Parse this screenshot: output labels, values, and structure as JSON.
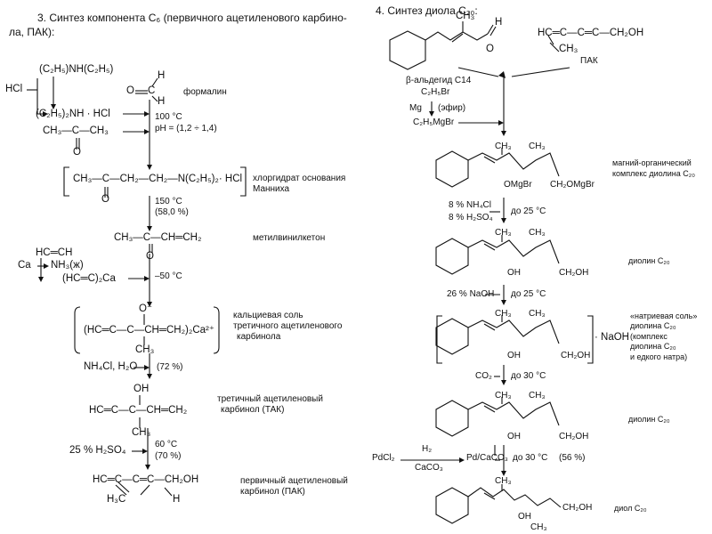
{
  "left": {
    "heading_line1": "3. Синтез компонента C₆ (первичного ацетиленового карбино-",
    "heading_line2": "ла, ПАК):",
    "dea": "(C₂H₅)NH(C₂H₅)",
    "hcl": "HCl",
    "dea_hcl": "(C₂H₅)₂NH · HCl",
    "formaldehyde_o": "O",
    "formaldehyde_c": "C",
    "formaldehyde_h": "H",
    "formaldehyde_h2": "H",
    "formalin": "формалин",
    "acetone": "CH₃—C—CH₃",
    "cond1_temp": "100 °C",
    "cond1_ph": "pH = (1,2 ÷ 1,4)",
    "mannich_base": "CH₃—C—CH₂—CH₂—N(C₂H₅)₂· HCl",
    "mannich_name_1": "хлоргидрат основания",
    "mannich_name_2": "Манниха",
    "cond2_temp": "150 °C",
    "cond2_yield": "(58,0 %)",
    "mvk": "CH₃—C—CH═CH₂",
    "mvk_name": "метилвинилкетон",
    "acetylene": "HC═CH",
    "ca": "Ca",
    "nh3": "NH₃(ж)",
    "ca_acetylide": "(HC═C)₂Ca",
    "cond3_temp": "–50 °C",
    "salt_o": "O⁻",
    "salt": "(HC═C—C—CH═CH₂)₂Ca²⁺",
    "salt_ch3": "CH₃",
    "salt_name_1": "кальциевая соль",
    "salt_name_2": "третичного ацетиленового",
    "salt_name_3": "карбинола",
    "cond4_reagent": "NH₄Cl, H₂O",
    "cond4_yield": "(72 %)",
    "tak_oh": "OH",
    "tak": "HC═C—C—CH═CH₂",
    "tak_ch3": "CH₃",
    "tak_name_1": "третичный ацетиленовый",
    "tak_name_2": "карбинол (ТАК)",
    "cond5_reagent": "25 % H₂SO₄",
    "cond5_temp": "60 °C",
    "cond5_yield": "(70 %)",
    "pak": "HC═C—C═C—CH₂OH",
    "pak_h3c": "H₃C",
    "pak_h": "H",
    "pak_name_1": "первичный ацетиленовый",
    "pak_name_2": "карбинол (ПАК)"
  },
  "right": {
    "heading": "4. Синтез диола C₂₀:",
    "ald_ch3": "CH₃",
    "ald_h": "H",
    "ald_o": "O",
    "pak_formula": "HC═C—C═C—CH₂OH",
    "pak_ch3": "CH₃",
    "pak_label": "ПАК",
    "beta_ald": "β-альдегид C14",
    "etbr": "C₂H₅Br",
    "mg": "Mg",
    "ether": "(эфир)",
    "grignard": "C₂H₅MgBr",
    "complex_ch3_1": "CH₃",
    "complex_ch3_2": "CH₃",
    "complex_omgbr": "OMgBr",
    "complex_ch2omgbr": "CH₂OMgBr",
    "complex_name_1": "магний-органический",
    "complex_name_2": "комплекс диолина C₂₀",
    "step1_reagent_1": "8 % NH₄Cl",
    "step1_reagent_2": "8 % H₂SO₄",
    "step1_temp": "до 25 °C",
    "diolin_ch3_1": "CH₃",
    "diolin_ch3_2": "CH₃",
    "diolin_oh": "OH",
    "diolin_ch2oh": "CH₂OH",
    "diolin_name": "диолин C₂₀",
    "step2_reagent": "26 % NaOH",
    "step2_temp": "до 25 °C",
    "sodium_ch3_1": "CH₃",
    "sodium_ch3_2": "CH₃",
    "sodium_oh": "OH",
    "sodium_ch2oh": "CH₂OH",
    "sodium_naoh": "· NaOH",
    "sodium_name_1": "«натриевая соль»",
    "sodium_name_2": "диолина C₂₀",
    "sodium_name_3": "(комплекс",
    "sodium_name_4": "диолина C₂₀",
    "sodium_name_5": "и едкого натра)",
    "step3_reagent": "CO₂",
    "step3_temp": "до 30 °C",
    "diolin2_ch3_1": "CH₃",
    "diolin2_ch3_2": "CH₃",
    "diolin2_oh": "OH",
    "diolin2_ch2oh": "CH₂OH",
    "diolin2_name": "диолин C₂₀",
    "pdcl2": "PdCl₂",
    "h2": "H₂",
    "caco3": "CaCO₃",
    "catalyst": "Pd/CaCO₃",
    "step4_temp": "до 30 °C",
    "step4_yield": "(56 %)",
    "diol_ch3_1": "CH₃",
    "diol_ch3_2": "CH₃",
    "diol_oh": "OH",
    "diol_ch2oh": "CH₂OH",
    "diol_name": "диол C₂₀"
  }
}
